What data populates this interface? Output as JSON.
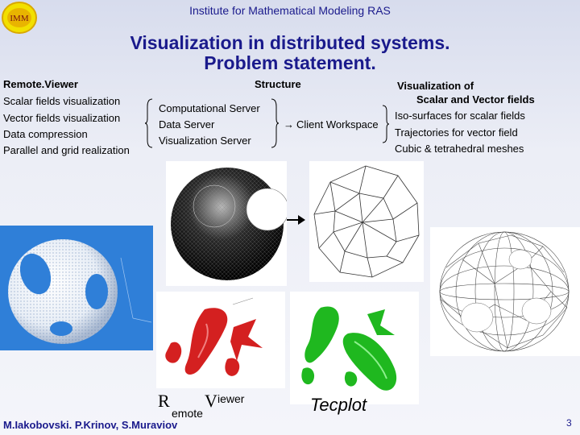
{
  "logo_text": "IMM",
  "header": {
    "institute": "Institute for Mathematical Modeling RAS",
    "title_line1": "Visualization in distributed systems.",
    "title_line2": "Problem statement."
  },
  "left_list": {
    "heading": "Remote.Viewer",
    "items": [
      "Scalar fields visualization",
      "Vector fields visualization",
      "Data compression",
      "Parallel and grid realization"
    ]
  },
  "structure": {
    "heading": "Structure",
    "servers": [
      "Computational Server",
      "Data Server",
      "Visualization Server"
    ],
    "client": "Client Workspace",
    "arrow": "→"
  },
  "right_list": {
    "heading_line1": "Visualization of",
    "heading_line2": "Scalar and Vector fields",
    "items": [
      "Iso-surfaces for scalar fields",
      "Trajectories for vector field",
      "Cubic & tetrahedral meshes"
    ]
  },
  "captions": {
    "rv_R": "R",
    "rv_emote": "emote",
    "rv_V": "V",
    "rv_iewer": "iewer",
    "tecplot": "Tecplot"
  },
  "footer": {
    "authors": "M.Iakobovski. P.Krinov, S.Muraviov",
    "page_number": "3"
  },
  "colors": {
    "title": "#1a1a8c",
    "blue_panel": "#2f7fd8",
    "green_iso": "#1fb81f",
    "red_iso": "#d42020"
  }
}
